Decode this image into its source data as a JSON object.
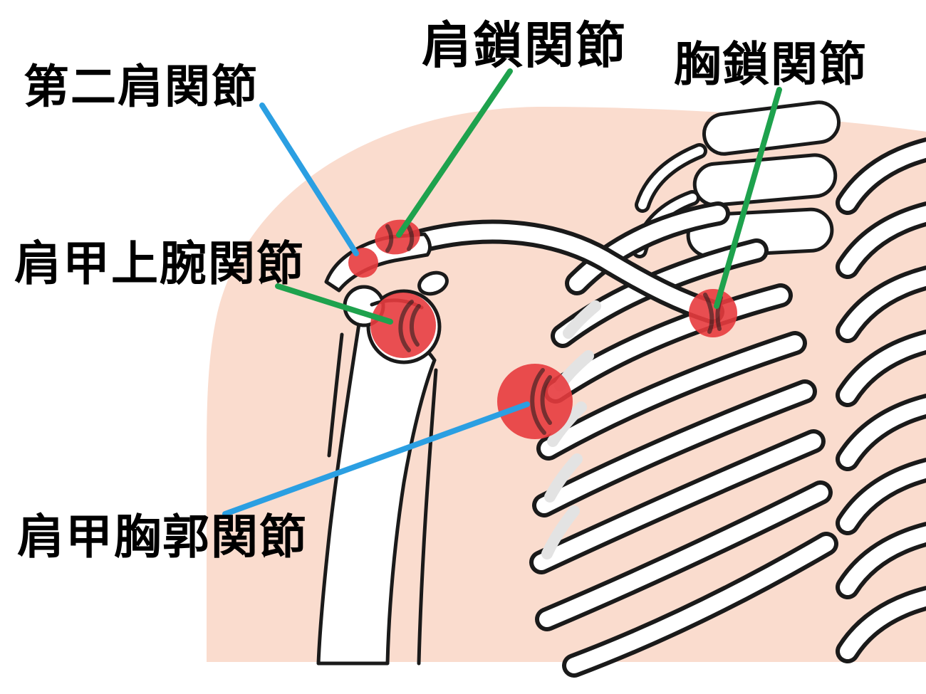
{
  "figure": {
    "kind": "shoulder-joint-anatomy-diagram"
  },
  "labels": {
    "second_shoulder": "第二肩関節",
    "acromioclavicular": "肩鎖関節",
    "sternoclavicular": "胸鎖関節",
    "glenohumeral": "肩甲上腕関節",
    "scapulothoracic": "肩甲胸郭関節"
  },
  "colors": {
    "bg": "#ffffff",
    "skin": "#fadcce",
    "outline": "#1a1a1a",
    "bone_fill": "#ffffff",
    "cartilage_gray": "#e3e3e3",
    "marker_red": "#e73b3e",
    "line_blue": "#2b9fe2",
    "line_green": "#1ea24d",
    "label_ink": "#000000"
  }
}
